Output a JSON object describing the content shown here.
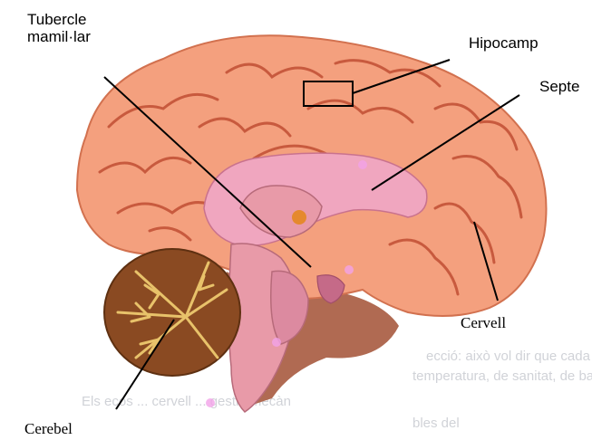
{
  "labels": {
    "mammillary": [
      "Tubercle",
      "mamil·lar"
    ],
    "hippocampus": "Hipocamp",
    "septum": "Septe",
    "brain": "Cervell",
    "cerebellum": "Cerebel"
  },
  "background_text": [
    "ecció: això vol dir que cada",
    "temperatura, de sanitat, de bassa",
    "Els ecos ... cervell ... gestiu mecàn",
    "bles del"
  ],
  "colors": {
    "cortex": "#f4a07e",
    "gyri_lines": "#c85a3e",
    "midbrain": "#e89aa8",
    "cerebellum_fill": "#8a4a22",
    "arbor_vitae": "#e8c26a",
    "leader_lines": "#000000"
  }
}
